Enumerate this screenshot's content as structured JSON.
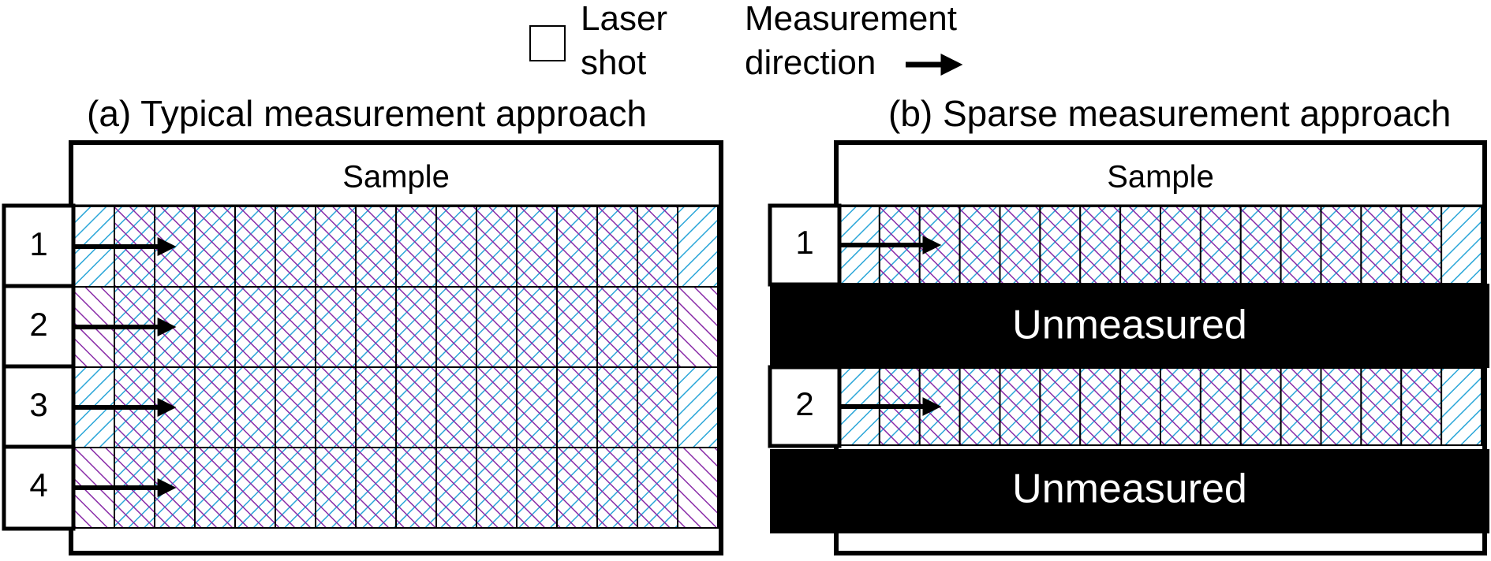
{
  "legend": {
    "laser_shot_line1": "Laser",
    "laser_shot_line2": "shot",
    "direction_line1": "Measurement",
    "direction_line2": "direction"
  },
  "panel_a": {
    "title": "(a) Typical measurement approach",
    "sample_label": "Sample",
    "rows": [
      "1",
      "2",
      "3",
      "4"
    ]
  },
  "panel_b": {
    "title": "(b) Sparse measurement approach",
    "sample_label": "Sample",
    "rows": [
      "1",
      "2"
    ],
    "unmeasured_label": "Unmeasured"
  },
  "colors": {
    "hatch_blue": "#2aa6d8",
    "hatch_purple": "#8a2ca8",
    "frame": "#000000",
    "background": "#ffffff"
  },
  "icons": {
    "laser_shot": "square-outline-icon",
    "direction": "arrow-right-icon"
  }
}
